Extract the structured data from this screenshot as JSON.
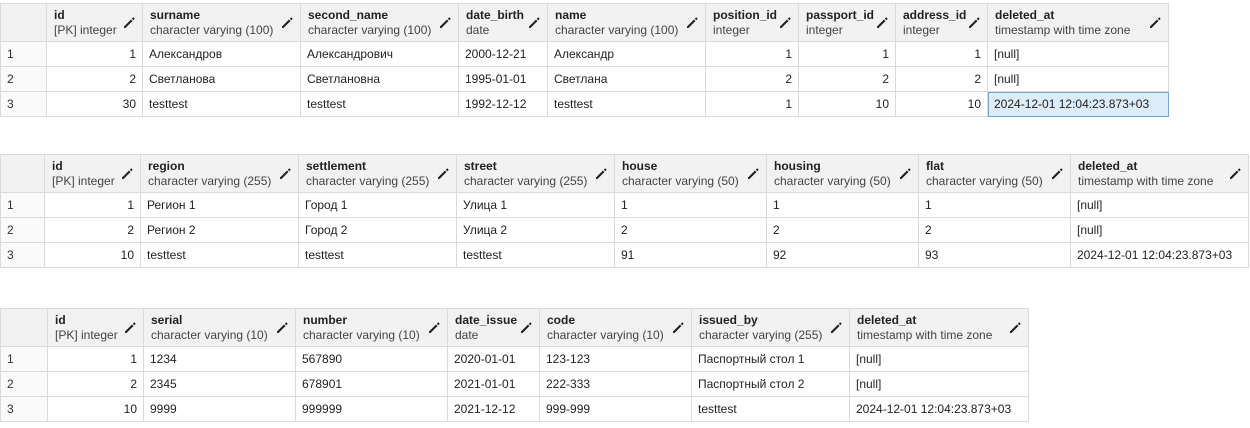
{
  "tables": [
    {
      "columns": [
        {
          "name": "id",
          "type": "[PK] integer",
          "align": "right"
        },
        {
          "name": "surname",
          "type": "character varying (100)",
          "align": "left"
        },
        {
          "name": "second_name",
          "type": "character varying (100)",
          "align": "left"
        },
        {
          "name": "date_birth",
          "type": "date",
          "align": "left"
        },
        {
          "name": "name",
          "type": "character varying (100)",
          "align": "left"
        },
        {
          "name": "position_id",
          "type": "integer",
          "align": "right"
        },
        {
          "name": "passport_id",
          "type": "integer",
          "align": "right"
        },
        {
          "name": "address_id",
          "type": "integer",
          "align": "right"
        },
        {
          "name": "deleted_at",
          "type": "timestamp with time zone",
          "align": "left"
        }
      ],
      "rows": [
        {
          "n": "1",
          "cells": [
            "1",
            "Александров",
            "Александрович",
            "2000-12-21",
            "Александр",
            "1",
            "1",
            "1",
            "[null]"
          ]
        },
        {
          "n": "2",
          "cells": [
            "2",
            "Светланова",
            "Светлановна",
            "1995-01-01",
            "Светлана",
            "2",
            "2",
            "2",
            "[null]"
          ]
        },
        {
          "n": "3",
          "cells": [
            "30",
            "testtest",
            "testtest",
            "1992-12-12",
            "testtest",
            "1",
            "10",
            "10",
            "2024-12-01 12:04:23.873+03"
          ]
        }
      ]
    },
    {
      "columns": [
        {
          "name": "id",
          "type": "[PK] integer",
          "align": "right"
        },
        {
          "name": "region",
          "type": "character varying (255)",
          "align": "left"
        },
        {
          "name": "settlement",
          "type": "character varying (255)",
          "align": "left"
        },
        {
          "name": "street",
          "type": "character varying (255)",
          "align": "left"
        },
        {
          "name": "house",
          "type": "character varying (50)",
          "align": "left"
        },
        {
          "name": "housing",
          "type": "character varying (50)",
          "align": "left"
        },
        {
          "name": "flat",
          "type": "character varying (50)",
          "align": "left"
        },
        {
          "name": "deleted_at",
          "type": "timestamp with time zone",
          "align": "left"
        }
      ],
      "rows": [
        {
          "n": "1",
          "cells": [
            "1",
            "Регион 1",
            "Город 1",
            "Улица 1",
            "1",
            "1",
            "1",
            "[null]"
          ]
        },
        {
          "n": "2",
          "cells": [
            "2",
            "Регион 2",
            "Город 2",
            "Улица 2",
            "2",
            "2",
            "2",
            "[null]"
          ]
        },
        {
          "n": "3",
          "cells": [
            "10",
            "testtest",
            "testtest",
            "testtest",
            "91",
            "92",
            "93",
            "2024-12-01 12:04:23.873+03"
          ]
        }
      ]
    },
    {
      "columns": [
        {
          "name": "id",
          "type": "[PK] integer",
          "align": "right"
        },
        {
          "name": "serial",
          "type": "character varying (10)",
          "align": "left"
        },
        {
          "name": "number",
          "type": "character varying (10)",
          "align": "left"
        },
        {
          "name": "date_issue",
          "type": "date",
          "align": "left"
        },
        {
          "name": "code",
          "type": "character varying (10)",
          "align": "left"
        },
        {
          "name": "issued_by",
          "type": "character varying (255)",
          "align": "left"
        },
        {
          "name": "deleted_at",
          "type": "timestamp with time zone",
          "align": "left"
        }
      ],
      "rows": [
        {
          "n": "1",
          "cells": [
            "1",
            "1234",
            "567890",
            "2020-01-01",
            "123-123",
            "Паспортный стол 1",
            "[null]"
          ]
        },
        {
          "n": "2",
          "cells": [
            "2",
            "2345",
            "678901",
            "2021-01-01",
            "222-333",
            "Паспортный стол 2",
            "[null]"
          ]
        },
        {
          "n": "3",
          "cells": [
            "10",
            "9999",
            "999999",
            "2021-12-12",
            "999-999",
            "testtest",
            "2024-12-01 12:04:23.873+03"
          ]
        }
      ]
    }
  ],
  "selected_cell": {
    "table": 0,
    "row": 2,
    "col": 8
  },
  "icons": {
    "column_edit": "pencil-icon"
  }
}
